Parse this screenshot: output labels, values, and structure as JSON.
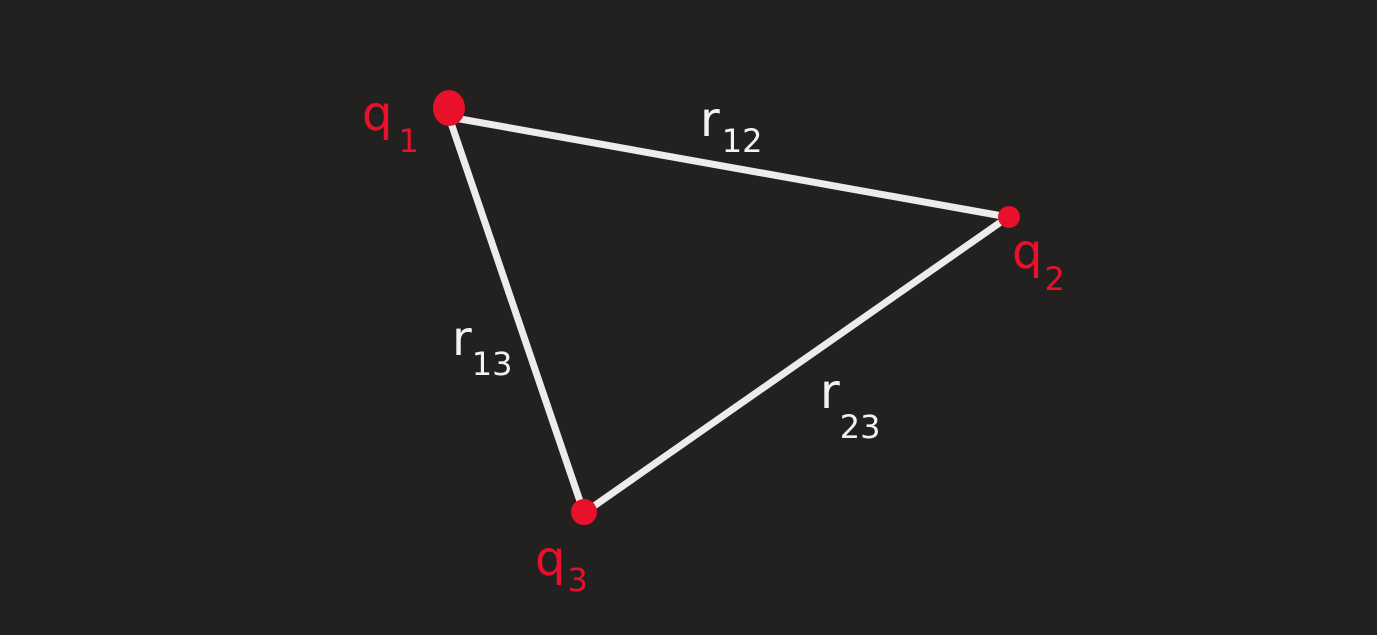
{
  "diagram": {
    "background_color": "#222120",
    "edge_color": "#ececec",
    "node_color": "#e8102a",
    "charges": [
      {
        "id": "q1",
        "letter": "q",
        "subscript": "1"
      },
      {
        "id": "q2",
        "letter": "q",
        "subscript": "2"
      },
      {
        "id": "q3",
        "letter": "q",
        "subscript": "3"
      }
    ],
    "distances": [
      {
        "id": "r12",
        "letter": "r",
        "subscript": "12"
      },
      {
        "id": "r13",
        "letter": "r",
        "subscript": "13"
      },
      {
        "id": "r23",
        "letter": "r",
        "subscript": "23"
      }
    ]
  }
}
